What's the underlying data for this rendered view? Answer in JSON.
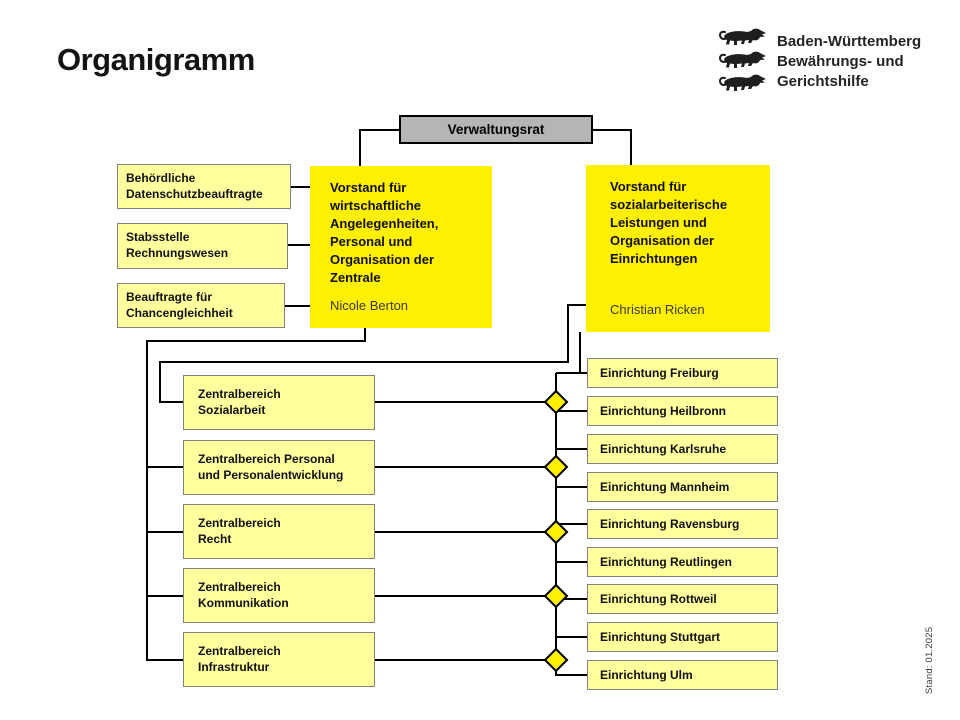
{
  "page": {
    "title": "Organigramm",
    "stand_note": "Stand: 01.2025"
  },
  "logo": {
    "emblem": "three-lions-baden-wuerttemberg",
    "lines": "Baden-Württemberg\nBewährungs- und\nGerichtshilfe"
  },
  "org": {
    "root": {
      "label": "Verwaltungsrat"
    },
    "boards": [
      {
        "title": "Vorstand für\nwirtschaftliche\nAngelegenheiten,\nPersonal und\nOrganisation der\nZentrale",
        "person": "Nicole Berton"
      },
      {
        "title": "Vorstand für\nsozialarbeiterische\nLeistungen und\nOrganisation der\nEinrichtungen",
        "person": "Christian Ricken"
      }
    ],
    "staff_units": [
      {
        "label": "Behördliche\nDatenschutzbeauftragte"
      },
      {
        "label": "Stabsstelle\nRechnungswesen"
      },
      {
        "label": "Beauftragte für\nChancengleichheit"
      }
    ],
    "central_units": [
      {
        "label": "Zentralbereich\nSozialarbeit"
      },
      {
        "label": "Zentralbereich Personal\nund Personalentwicklung"
      },
      {
        "label": "Zentralbereich\nRecht"
      },
      {
        "label": "Zentralbereich\nKommunikation"
      },
      {
        "label": "Zentralbereich\nInfrastruktur"
      }
    ],
    "facilities": [
      {
        "label": "Einrichtung Freiburg"
      },
      {
        "label": "Einrichtung Heilbronn"
      },
      {
        "label": "Einrichtung Karlsruhe"
      },
      {
        "label": "Einrichtung Mannheim"
      },
      {
        "label": "Einrichtung Ravensburg"
      },
      {
        "label": "Einrichtung Reutlingen"
      },
      {
        "label": "Einrichtung Rottweil"
      },
      {
        "label": "Einrichtung Stuttgart"
      },
      {
        "label": "Einrichtung Ulm"
      }
    ]
  },
  "colors": {
    "board_yellow": "#ffef00",
    "pale_yellow": "#ffff9e",
    "root_gray": "#b5b5b5",
    "line_black": "#000000",
    "diamond_yellow": "#ffef00"
  }
}
